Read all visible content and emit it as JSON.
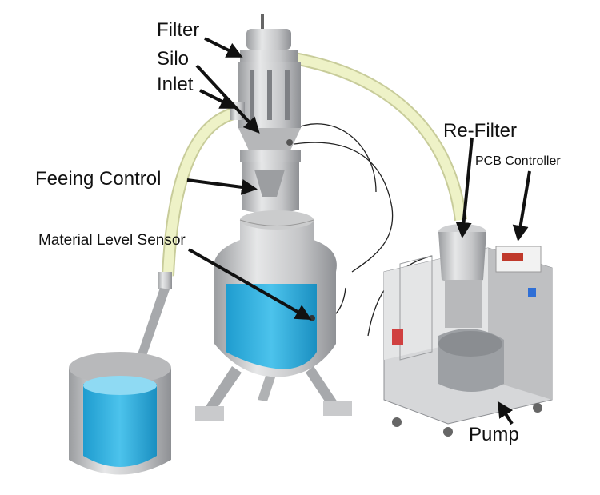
{
  "labels": {
    "filter": "Filter",
    "silo": "Silo",
    "inlet": "Inlet",
    "feeding_control": "Feeing Control",
    "material_level_sensor": "Material Level Sensor",
    "re_filter": "Re-Filter",
    "pcb_controller": "PCB Controller",
    "pump": "Pump"
  },
  "colors": {
    "water": "#35b4e0",
    "water_light": "#8fdaf3",
    "steel": "#c9cacc",
    "steel_dark": "#8d8f93",
    "hose": "#eef2c7",
    "arrow": "#111111"
  }
}
